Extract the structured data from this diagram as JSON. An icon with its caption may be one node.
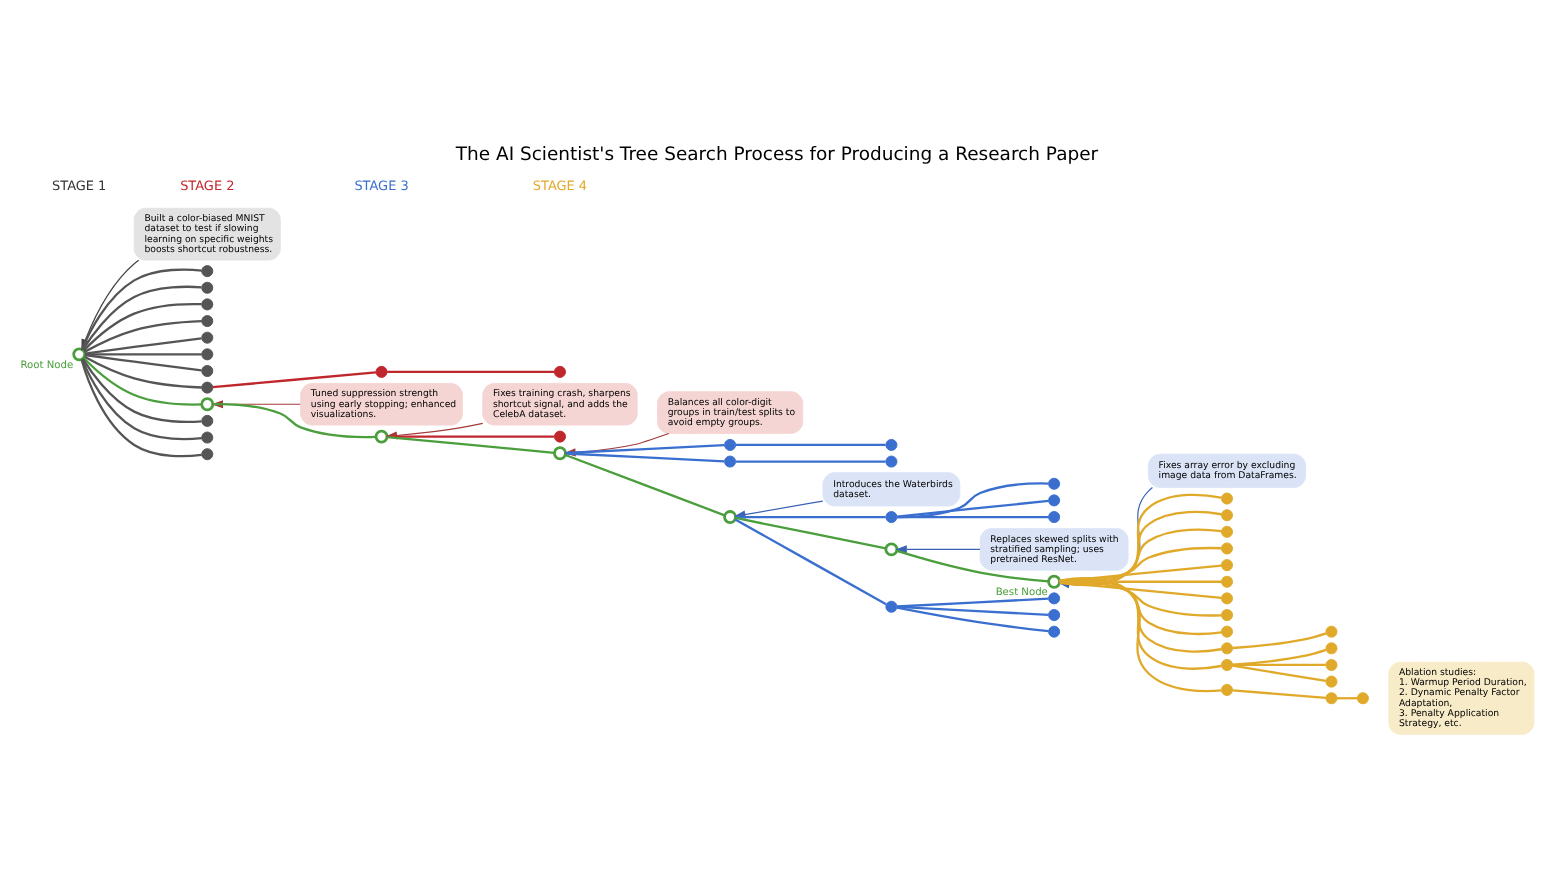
{
  "diagram": {
    "title": "The AI Scientist's Tree Search Process for Producing a Research Paper",
    "nodes": [
      {
        "text": [
          "Built a color-biased MNIST dataset to test if slowing learning on specific weights boosts shortcut robustness."
        ]
      },
      {
        "text": [
          "Tuned suppression strength using early stopping; enhanced visualizations."
        ]
      },
      {
        "text": [
          "Fixes training crash, sharpens shortcut signal, and adds the CelebA dataset."
        ]
      },
      {
        "text": [
          "Replaces skewed splits with stratified sampling; uses pretrained ResNet."
        ]
      },
      {
        "text": [
          "Fixes array error by excluding image data from DataFrames."
        ]
      },
      {
        "text": [
          "Ablation studies:",
          "1. Warmup Period Duration,",
          "2. Dynamic Penalty Factor Adaptation,",
          "3. Penalty Application Strategy, etc."
        ]
      },
      {
        "text": [
          "Balances all color-digit groups in train/test splits to avoid empty groups."
        ]
      },
      {
        "text": [
          "Introduces the Waterbirds dataset."
        ]
      },
      {
        "text": [],
        "shape": "circle",
        "beside": [
          "Root Node"
        ]
      },
      {
        "text": [],
        "shape": "circle"
      },
      {
        "text": [],
        "shape": "circle"
      },
      {
        "text": [],
        "shape": "circle"
      },
      {
        "text": [],
        "shape": "circle"
      },
      {
        "text": [],
        "shape": "circle"
      },
      {
        "text": [],
        "shape": "circle"
      },
      {
        "text": [],
        "shape": "circle"
      },
      {
        "text": [],
        "shape": "circle"
      },
      {
        "text": [],
        "shape": "circle"
      },
      {
        "text": [],
        "shape": "circle"
      },
      {
        "text": [],
        "shape": "circle"
      },
      {
        "text": [],
        "shape": "circle"
      },
      {
        "text": [],
        "shape": "circle"
      },
      {
        "text": [],
        "shape": "circle"
      },
      {
        "text": [],
        "shape": "circle"
      },
      {
        "text": [],
        "shape": "circle"
      },
      {
        "text": [],
        "shape": "circle"
      },
      {
        "text": [],
        "shape": "circle"
      },
      {
        "text": [],
        "shape": "circle"
      },
      {
        "text": [],
        "shape": "circle"
      },
      {
        "text": [],
        "shape": "circle"
      },
      {
        "text": [],
        "shape": "circle"
      },
      {
        "text": [],
        "shape": "circle"
      },
      {
        "text": [],
        "shape": "circle"
      },
      {
        "text": [],
        "shape": "circle"
      },
      {
        "text": [],
        "shape": "circle"
      },
      {
        "text": [],
        "shape": "circle"
      },
      {
        "text": [],
        "shape": "circle"
      },
      {
        "text": [],
        "shape": "circle",
        "beside": [
          "Best Node"
        ]
      },
      {
        "text": [],
        "shape": "circle"
      },
      {
        "text": [],
        "shape": "circle"
      },
      {
        "text": [],
        "shape": "circle"
      },
      {
        "text": [],
        "shape": "circle"
      },
      {
        "text": [],
        "shape": "circle"
      },
      {
        "text": [],
        "shape": "circle"
      },
      {
        "text": [],
        "shape": "circle"
      },
      {
        "text": [],
        "shape": "circle"
      },
      {
        "text": [],
        "shape": "circle"
      },
      {
        "text": [],
        "shape": "circle"
      },
      {
        "text": [],
        "shape": "circle"
      },
      {
        "text": [],
        "shape": "circle"
      },
      {
        "text": [],
        "shape": "circle"
      },
      {
        "text": [],
        "shape": "circle"
      },
      {
        "text": [],
        "shape": "circle"
      },
      {
        "text": [],
        "shape": "circle"
      },
      {
        "text": [],
        "shape": "circle"
      },
      {
        "text": [],
        "shape": "circle"
      },
      {
        "text": [],
        "shape": "circle"
      },
      {
        "text": [],
        "shape": "circle"
      },
      {
        "text": [],
        "shape": "circle"
      }
    ],
    "edges": [
      {
        "from": 8,
        "to": 9,
        "arrow": "none",
        "color": "#555555"
      },
      {
        "from": 8,
        "to": 10,
        "arrow": "none",
        "color": "#555555"
      },
      {
        "from": 8,
        "to": 11,
        "arrow": "none",
        "color": "#555555"
      },
      {
        "from": 8,
        "to": 12,
        "arrow": "none",
        "color": "#555555"
      },
      {
        "from": 8,
        "to": 13,
        "arrow": "none",
        "color": "#555555"
      },
      {
        "from": 8,
        "to": 14,
        "arrow": "none",
        "color": "#555555"
      },
      {
        "from": 8,
        "to": 15,
        "arrow": "none",
        "color": "#555555"
      },
      {
        "from": 8,
        "to": 16,
        "arrow": "none",
        "color": "#555555"
      },
      {
        "from": 8,
        "to": 17,
        "arrow": "none",
        "color": "#4a9e3c"
      },
      {
        "from": 8,
        "to": 18,
        "arrow": "none",
        "color": "#555555"
      },
      {
        "from": 8,
        "to": 19,
        "arrow": "none",
        "color": "#555555"
      },
      {
        "from": 8,
        "to": 20,
        "arrow": "none",
        "color": "#555555"
      },
      {
        "from": 16,
        "to": 21,
        "arrow": "none",
        "color": "#c0272d"
      },
      {
        "from": 21,
        "to": 22,
        "arrow": "none",
        "color": "#c0272d"
      },
      {
        "from": 17,
        "to": 23,
        "arrow": "none",
        "color": "#4a9e3c"
      },
      {
        "from": 23,
        "to": 24,
        "arrow": "none",
        "color": "#c0272d"
      },
      {
        "from": 23,
        "to": 25,
        "arrow": "none",
        "color": "#4a9e3c"
      },
      {
        "from": 25,
        "to": 26,
        "arrow": "none",
        "color": "#3a6fd0"
      },
      {
        "from": 26,
        "to": 27,
        "arrow": "none",
        "color": "#3a6fd0"
      },
      {
        "from": 25,
        "to": 28,
        "arrow": "none",
        "color": "#3a6fd0"
      },
      {
        "from": 28,
        "to": 29,
        "arrow": "none",
        "color": "#3a6fd0"
      },
      {
        "from": 25,
        "to": 30,
        "arrow": "none",
        "color": "#4a9e3c"
      },
      {
        "from": 30,
        "to": 31,
        "arrow": "none",
        "color": "#3a6fd0"
      },
      {
        "from": 30,
        "to": 32,
        "arrow": "none",
        "color": "#4a9e3c"
      },
      {
        "from": 30,
        "to": 33,
        "arrow": "none",
        "color": "#3a6fd0"
      },
      {
        "from": 31,
        "to": 34,
        "arrow": "none",
        "color": "#3a6fd0"
      },
      {
        "from": 31,
        "to": 35,
        "arrow": "none",
        "color": "#3a6fd0"
      },
      {
        "from": 31,
        "to": 36,
        "arrow": "none",
        "color": "#3a6fd0"
      },
      {
        "from": 32,
        "to": 37,
        "arrow": "none",
        "color": "#4a9e3c"
      },
      {
        "from": 33,
        "to": 38,
        "arrow": "none",
        "color": "#3a6fd0"
      },
      {
        "from": 33,
        "to": 39,
        "arrow": "none",
        "color": "#3a6fd0"
      },
      {
        "from": 33,
        "to": 40,
        "arrow": "none",
        "color": "#3a6fd0"
      },
      {
        "from": 37,
        "to": 41,
        "arrow": "none",
        "color": "#e0a92a"
      },
      {
        "from": 37,
        "to": 42,
        "arrow": "none",
        "color": "#e0a92a"
      },
      {
        "from": 37,
        "to": 43,
        "arrow": "none",
        "color": "#e0a92a"
      },
      {
        "from": 37,
        "to": 44,
        "arrow": "none",
        "color": "#e0a92a"
      },
      {
        "from": 37,
        "to": 45,
        "arrow": "none",
        "color": "#e0a92a"
      },
      {
        "from": 37,
        "to": 46,
        "arrow": "none",
        "color": "#e0a92a"
      },
      {
        "from": 37,
        "to": 47,
        "arrow": "none",
        "color": "#e0a92a"
      },
      {
        "from": 37,
        "to": 48,
        "arrow": "none",
        "color": "#e0a92a"
      },
      {
        "from": 37,
        "to": 49,
        "arrow": "none",
        "color": "#e0a92a"
      },
      {
        "from": 37,
        "to": 50,
        "arrow": "none",
        "color": "#e0a92a"
      },
      {
        "from": 37,
        "to": 51,
        "arrow": "none",
        "color": "#e0a92a"
      },
      {
        "from": 37,
        "to": 52,
        "arrow": "none",
        "color": "#e0a92a"
      },
      {
        "from": 50,
        "to": 53,
        "arrow": "none",
        "color": "#e0a92a"
      },
      {
        "from": 51,
        "to": 54,
        "arrow": "none",
        "color": "#e0a92a"
      },
      {
        "from": 51,
        "to": 55,
        "arrow": "none",
        "color": "#e0a92a"
      },
      {
        "from": 51,
        "to": 56,
        "arrow": "none",
        "color": "#e0a92a"
      },
      {
        "from": 52,
        "to": 57,
        "arrow": "none",
        "color": "#e0a92a"
      },
      {
        "from": 57,
        "to": 58,
        "arrow": "none",
        "color": "#e0a92a"
      },
      {
        "from": 0,
        "to": 8,
        "arrow": "to",
        "color": "#444444"
      },
      {
        "from": 1,
        "to": 17,
        "arrow": "to",
        "color": "#a33a3a"
      },
      {
        "from": 2,
        "to": 23,
        "arrow": "to",
        "color": "#a33a3a"
      },
      {
        "from": 6,
        "to": 25,
        "arrow": "to",
        "color": "#a33a3a"
      },
      {
        "from": 7,
        "to": 30,
        "arrow": "to",
        "color": "#3a62b5"
      },
      {
        "from": 3,
        "to": 32,
        "arrow": "to",
        "color": "#3a62b5"
      },
      {
        "from": 4,
        "to": 37,
        "arrow": "to",
        "color": "#3a62b5"
      }
    ],
    "labels": [
      "STAGE 1",
      "STAGE 2",
      "STAGE 3",
      "STAGE 4"
    ]
  }
}
